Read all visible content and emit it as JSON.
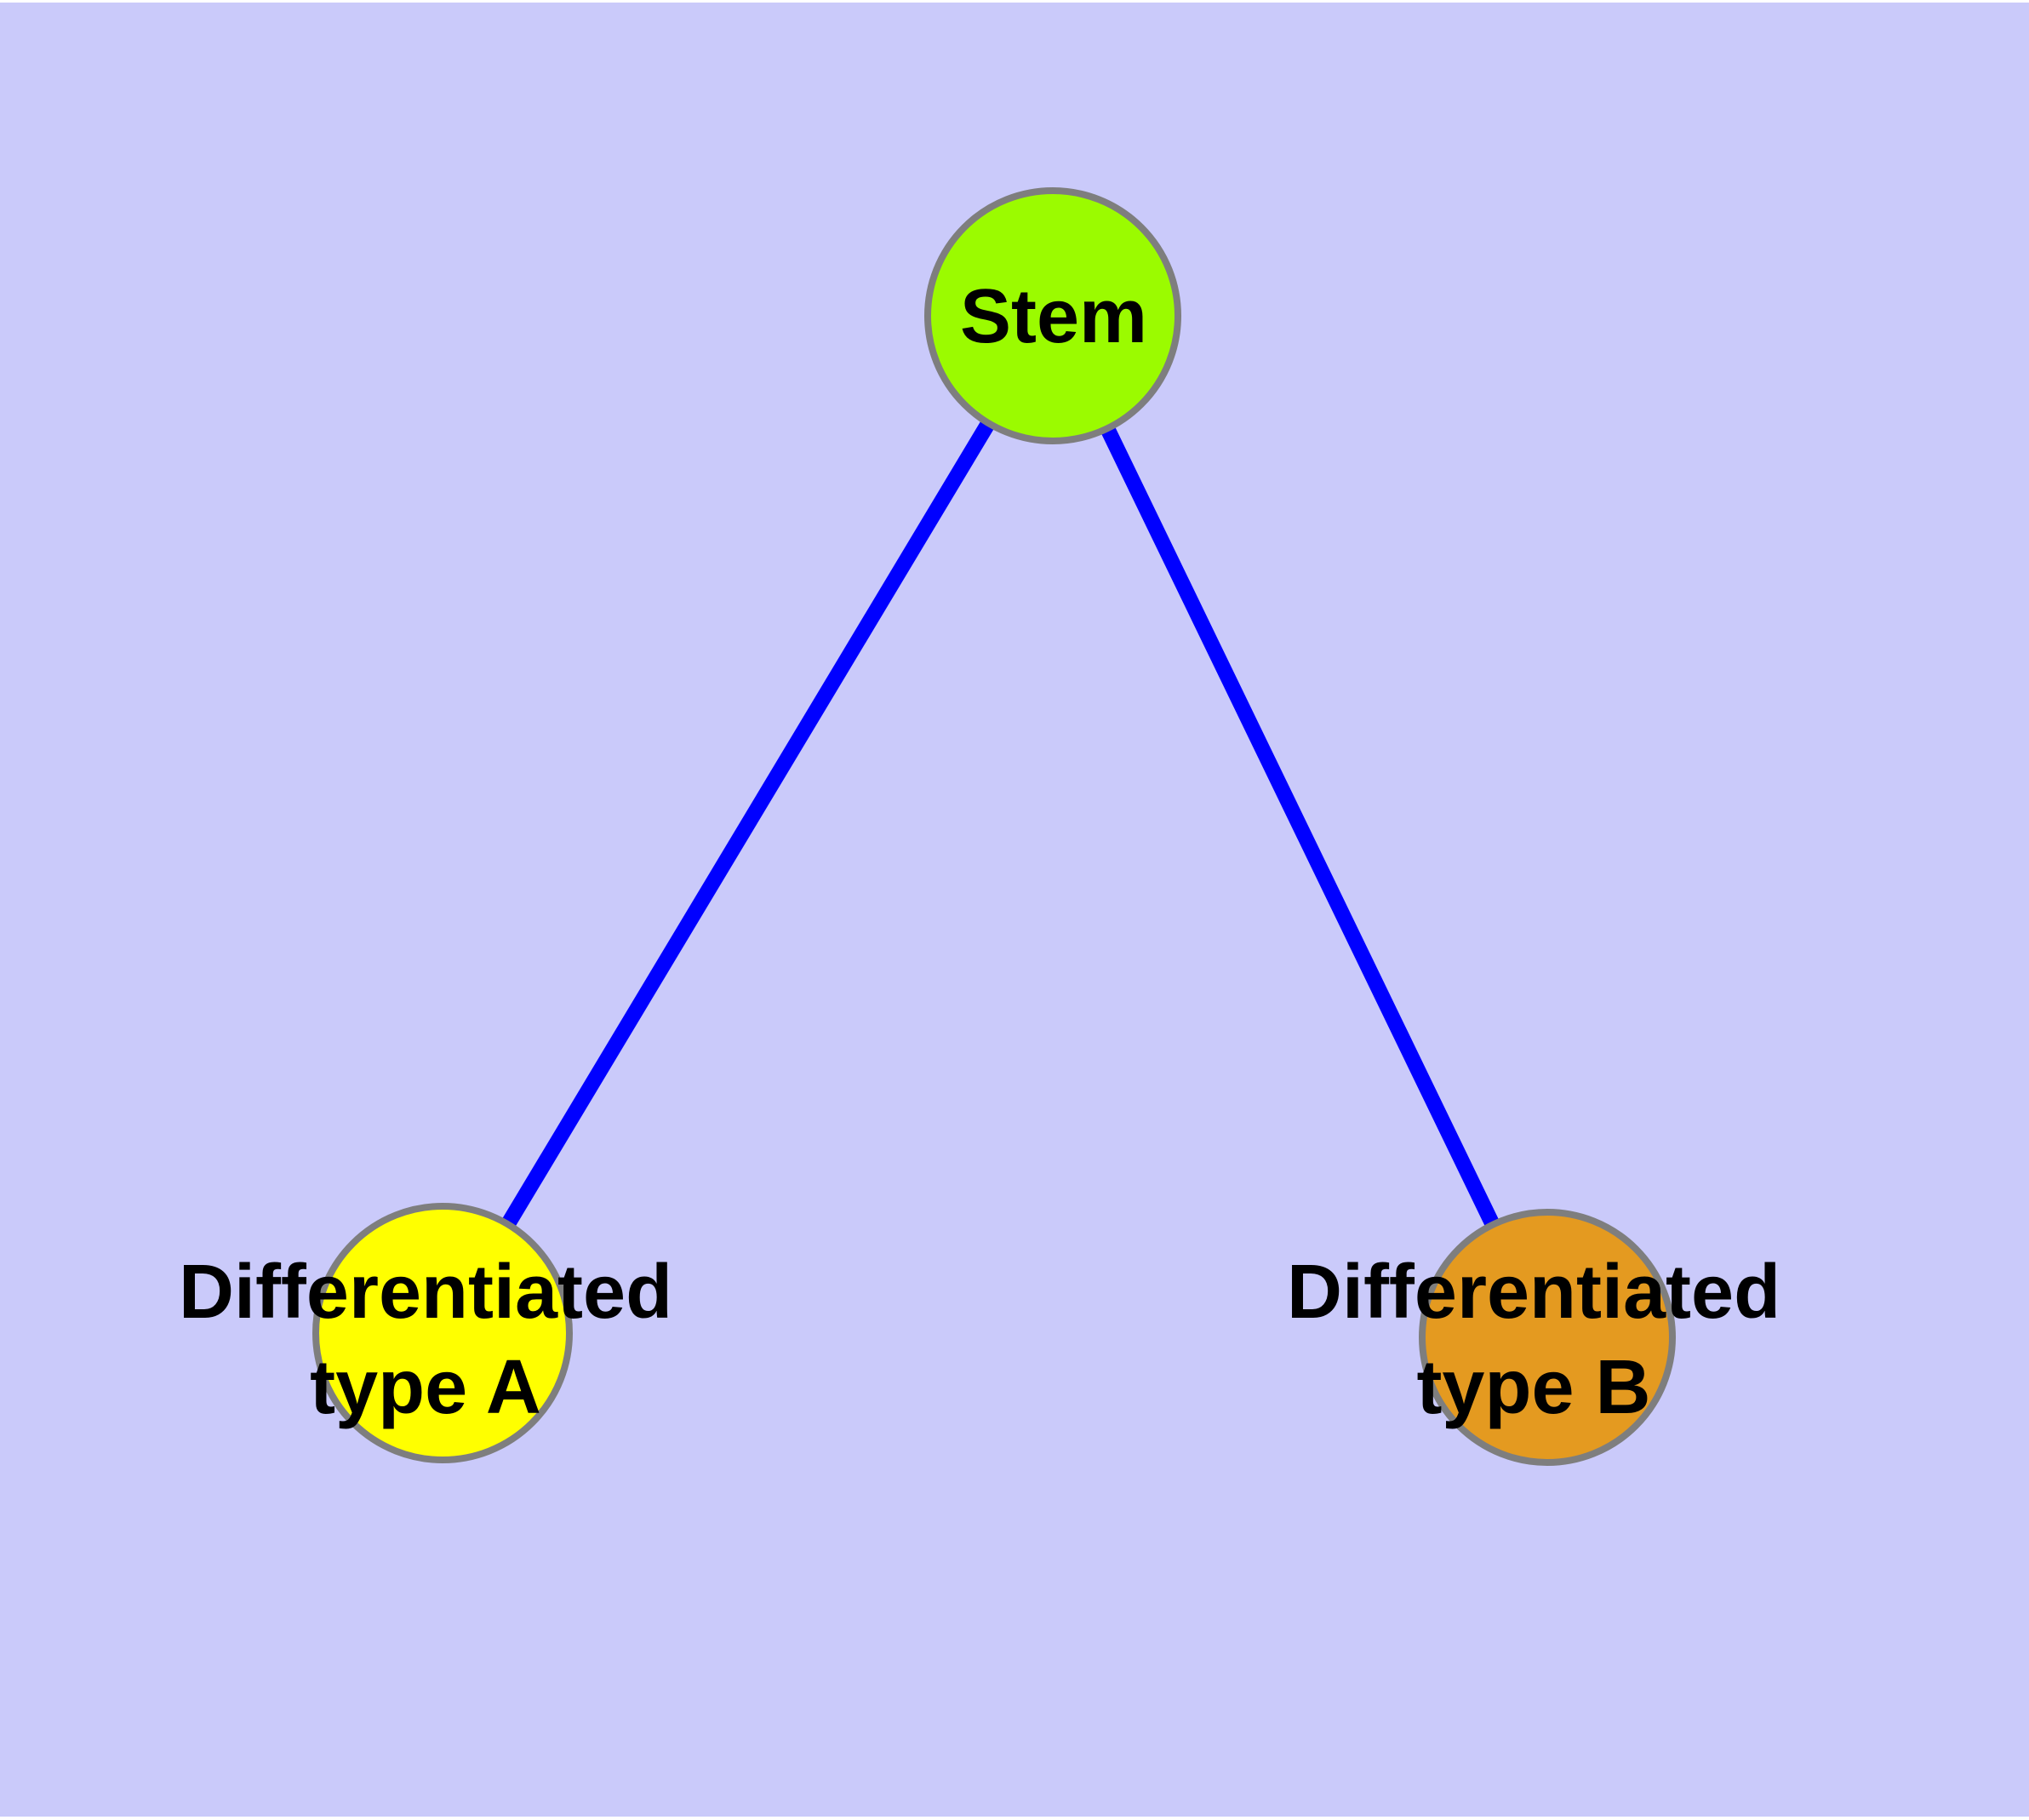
{
  "diagram": {
    "type": "graph",
    "background_color": "#CACAFA",
    "frame_color": "#FFFFFF",
    "edge_color": "#0000FF",
    "edge_width": 18,
    "node_border_color": "#7E7E7E",
    "nodes": {
      "stem": {
        "label": "Stem",
        "fill": "#9BFB00"
      },
      "type_a": {
        "label_line1": "Differentiated",
        "label_line2": "type A",
        "fill": "#FFFF00"
      },
      "type_b": {
        "label_line1": "Differentiated",
        "label_line2": "type B",
        "fill": "#E49A20"
      }
    },
    "edges": [
      {
        "from": "Stem",
        "to": "Differentiated type A"
      },
      {
        "from": "Stem",
        "to": "Differentiated type B"
      }
    ]
  }
}
